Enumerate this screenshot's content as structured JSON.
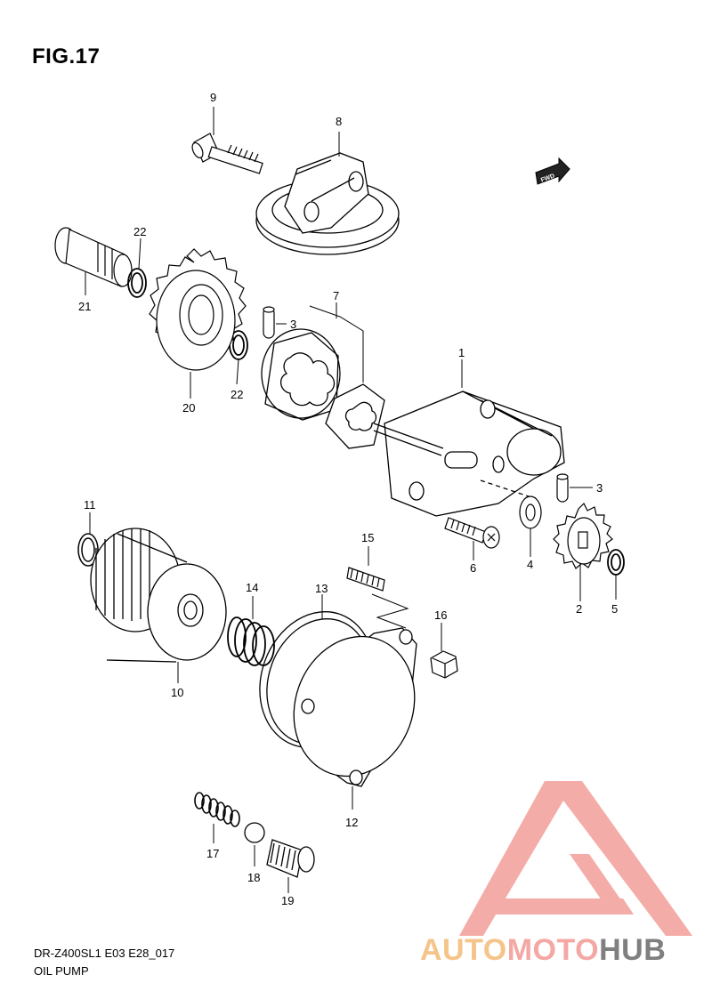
{
  "header": {
    "figure_label": "FIG.17"
  },
  "footer": {
    "model_code": "DR-Z400SL1 E03 E28_017",
    "section_name": "OIL PUMP"
  },
  "fwd_badge": {
    "label": "FWD"
  },
  "callouts": [
    {
      "key": "c1",
      "number": "1"
    },
    {
      "key": "c2",
      "number": "2"
    },
    {
      "key": "c3a",
      "number": "3"
    },
    {
      "key": "c3b",
      "number": "3"
    },
    {
      "key": "c4",
      "number": "4"
    },
    {
      "key": "c5",
      "number": "5"
    },
    {
      "key": "c6",
      "number": "6"
    },
    {
      "key": "c7",
      "number": "7"
    },
    {
      "key": "c8",
      "number": "8"
    },
    {
      "key": "c9",
      "number": "9"
    },
    {
      "key": "c10",
      "number": "10"
    },
    {
      "key": "c11",
      "number": "11"
    },
    {
      "key": "c12",
      "number": "12"
    },
    {
      "key": "c13",
      "number": "13"
    },
    {
      "key": "c14",
      "number": "14"
    },
    {
      "key": "c15",
      "number": "15"
    },
    {
      "key": "c16",
      "number": "16"
    },
    {
      "key": "c17",
      "number": "17"
    },
    {
      "key": "c18",
      "number": "18"
    },
    {
      "key": "c19",
      "number": "19"
    },
    {
      "key": "c20",
      "number": "20"
    },
    {
      "key": "c21",
      "number": "21"
    },
    {
      "key": "c22a",
      "number": "22"
    },
    {
      "key": "c22b",
      "number": "22"
    }
  ],
  "watermark": {
    "part1": "AUTO",
    "part2": "MOTO",
    "part3": "HUB"
  },
  "colors": {
    "line": "#000000",
    "watermark_red": "#f4a8a4",
    "watermark_orange": "#f5c48a",
    "watermark_gray": "#7f7f7f"
  }
}
